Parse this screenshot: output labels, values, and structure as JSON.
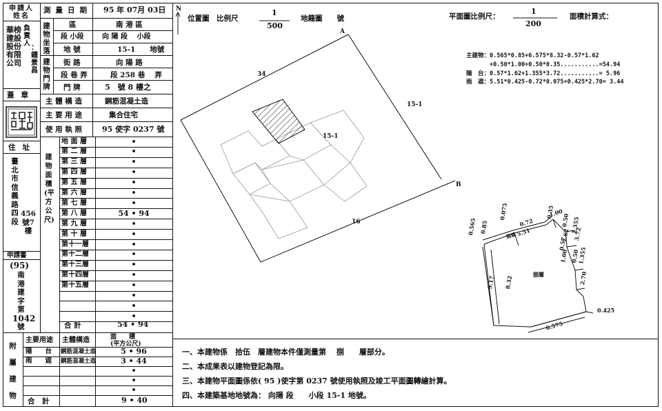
{
  "applicant": {
    "header": "申請人姓名",
    "name_lines": "華榜建設股份有限公司",
    "rep_label": "負責人",
    "rep_name": "：鍾景昌"
  },
  "seal_label": "蓋章",
  "address": {
    "label": "住址",
    "text": "臺北市信義路四段",
    "num": "456號7樓"
  },
  "application_no": {
    "label": "申請書",
    "year": "(95)",
    "text": "南港建字第",
    "num": "1042",
    "suffix": "號"
  },
  "top_table": {
    "survey_date_label": "測量日期",
    "survey_date": "95 年 07月 03日",
    "location_label": "建物坐落",
    "district_label": "區",
    "district": "南 港 區",
    "section_label": "段 小段",
    "section": "向 陽 段　 小段",
    "lot_label": "地 號",
    "lot": "15-1　　地號",
    "house_label": "建物門牌",
    "street_label": "街 路",
    "street": "向 陽 路",
    "lane_label": "段 巷 弄",
    "lane": "段 258 巷　 弄",
    "door_label": "門 牌",
    "door": "5　號 8 樓之",
    "structure_label": "主 體 構 造",
    "structure": "鋼筋混凝土造",
    "usage_label": "主 要 用 途",
    "usage": "集合住宅",
    "permit_label": "使 用 執 照",
    "permit": "95 使字 0237 號"
  },
  "area_label": "建物面積(平方公尺)",
  "floors": [
    {
      "label": "地 面 層",
      "value": "•"
    },
    {
      "label": "第 二 層",
      "value": "•"
    },
    {
      "label": "第 三 層",
      "value": "•"
    },
    {
      "label": "第 四 層",
      "value": "•"
    },
    {
      "label": "第 五 層",
      "value": "•"
    },
    {
      "label": "第 六 層",
      "value": "•"
    },
    {
      "label": "第 七 層",
      "value": "•"
    },
    {
      "label": "第 八 層",
      "value": "54 • 94"
    },
    {
      "label": "第 九 層",
      "value": "•"
    },
    {
      "label": "第 十 層",
      "value": "•"
    },
    {
      "label": "第十一層",
      "value": "•"
    },
    {
      "label": "第十二層",
      "value": "•"
    },
    {
      "label": "第十三層",
      "value": "•"
    },
    {
      "label": "第十四層",
      "value": "•"
    },
    {
      "label": "第十五層",
      "value": "•"
    },
    {
      "label": "",
      "value": "•"
    },
    {
      "label": "",
      "value": "•"
    },
    {
      "label": "",
      "value": "•"
    }
  ],
  "floor_total_label": "合 計",
  "floor_total": "54 • 94",
  "annex": {
    "label": "附屬建物",
    "usage_header": "主要用途",
    "structure_header": "主體構造",
    "area_header": "面　　積",
    "area_unit": "(平方公尺)",
    "rows": [
      {
        "usage": "陽　　台",
        "structure": "鋼筋混凝土造",
        "area": "5 • 96"
      },
      {
        "usage": "雨　　遮",
        "structure": "鋼筋混凝土造",
        "area": "3 • 44"
      },
      {
        "usage": "",
        "structure": "",
        "area": "•"
      },
      {
        "usage": "",
        "structure": "",
        "area": "•"
      },
      {
        "usage": "",
        "structure": "",
        "area": "•"
      }
    ],
    "total_label": "合　計",
    "total": "9 • 40"
  },
  "location_map": {
    "title": "位置圖　比例尺",
    "scale_num": "1",
    "scale_den": "500",
    "cadastral": "地籍圖　　號",
    "north": "N",
    "labels": [
      "A",
      "B",
      "34",
      "15-1",
      "15-1",
      "16"
    ]
  },
  "floor_plan": {
    "title": "平面圖比例尺：",
    "scale_num": "1",
    "scale_den": "200",
    "area_calc": "面積計算式：",
    "formulas": [
      "主建物：0.565*0.85+6.575*8.32-0.57*1.62",
      "　　　　+0.50*1.00+0.50*0.35...........=54.94",
      "陽　台：0.57*1.62+1.355*3.72...........= 5.96",
      "雨　遮：5.51*0.425-0.72*0.075+0.425*2.70= 3.44"
    ],
    "dims": [
      "0.565",
      "0.85",
      "0.075",
      "0.72",
      "0.35",
      "1.00",
      "0.50",
      "5.51",
      "1.355",
      "3.72",
      "1.62",
      "0.57",
      "1.00",
      "0.50",
      "1.355",
      "9.17",
      "8.32",
      "2.70",
      "0.425",
      "6.575"
    ],
    "room_label": "捌層",
    "eave_label": "雨遮"
  },
  "notes": [
    "一、本建物係　拾伍　層建物本件僅測量第　 捌　　層部分。",
    "二、本成果表以建物登記為限。",
    "三、本建物平面圖係依( 95 )使字第 0237 號使用執照及竣工平面圖轉繪計算。",
    "四、本建築基地地號為： 向陽 段　　小段 15-1 地號。"
  ]
}
